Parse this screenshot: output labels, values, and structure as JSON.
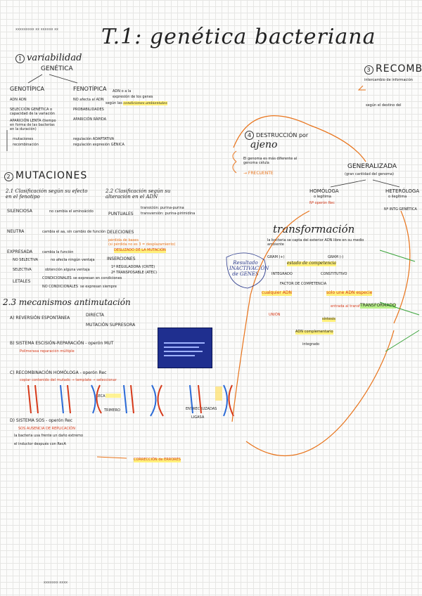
{
  "header": {
    "tiny": "xxxxxxxxx xx xxxxxx xx"
  },
  "title": "T.1: genética bacteriana",
  "s1": {
    "heading_num": "1",
    "heading": "variabilidad",
    "heading2": "GENÉTICA",
    "col1_title": "GENOTÍPICA",
    "col1_items": [
      "ADN ADN",
      "SELECCIÓN GENÉTICA o capacidad de la variación",
      "APARICIÓN LENTA (tiempo en forma de las bacterias en la duración)",
      "mutaciones",
      "recombinación"
    ],
    "col2_title": "FENOTÍPICA",
    "col2_items": [
      "NO afecta al ADN",
      "PROBABILIDADES",
      "APARICIÓN RÁPIDA",
      "regulación ADAPTATIVA",
      "regulación expresión GÉNICA"
    ],
    "col3_items": [
      "ADN o a la",
      "expresión de los genes",
      "según las"
    ],
    "col3_hl": "condiciones ambientales"
  },
  "s2": {
    "heading_num": "2",
    "heading": "MUTACIONES",
    "sub1_title": "2.1 Clasificación según su efecto en el fenotipo",
    "sub1_items": [
      "SILENCIOSA",
      "NEUTRA",
      "EXPRESADA",
      "NO SELECTIVA",
      "SELECTIVA",
      "LETALES",
      "CONDICIONALES",
      "NO CONDICIONALES"
    ],
    "sub1_notes": [
      "no cambia el aminoácido",
      "cambia el aa, sin cambio de función",
      "cambia la función",
      "no afecta ningún ventaja",
      "obtención alguna ventaja",
      "se expresan en condiciones",
      "se expresan siempre"
    ],
    "sub2_title": "2.2 Clasificación según su alteración en el ADN",
    "sub2_items": [
      "PUNTUALES",
      "DELECIONES",
      "INSERCIONES"
    ],
    "sub2_notes": [
      "transición: purina-purina",
      "transversión: purina-pirimidina",
      "pérdida de bases",
      "(si pérdida no es 3 = desplazamiento)"
    ],
    "sub2_hl": "DESLIZADO DE LA MUTACIÓN",
    "ins_notes": [
      "1ª REGULADORA (CRITE)",
      "2ª TRANSPOSABLE (ATEC)"
    ],
    "annot": "Resultado INACTIVACIÓN de GENES",
    "sub3_title": "2.3 mecanismos antimutación",
    "a_label": "A) REVERSIÓN ESPONTÁNEA",
    "a_items": [
      "DIRECTA",
      "MUTACIÓN SUPRESORA"
    ],
    "b_label": "B) SISTEMA ESCISIÓN-REPARACIÓN - operón MUT",
    "b_note": "Polimerasa    reparación múltiple",
    "c_label": "C) RECOMBINACIÓN HOMÓLOGA - operón Rec",
    "c_note": "copiar contenido del mutado → template → seleccionar",
    "c_fig_labels": [
      "RECA",
      "TRIMERO",
      "ENTRECRUZADAS",
      "LIGASA"
    ],
    "d_label": "D) SISTEMA SOS - operón Rec",
    "d_items": [
      "SOS AUSENCIA DE REPLICACIÓN",
      "la bacteria usa frente un daño extremo",
      "el inductor después con RecA"
    ],
    "d_hl": "CORRECCIÓN de ERRORES"
  },
  "s3": {
    "heading_num": "3",
    "heading": "RECOMBINACIÓN",
    "intro": "intercambio de información",
    "intro2": "según el destino del"
  },
  "s4": {
    "heading_num": "4",
    "heading": "DESTRUCCIÓN por",
    "heading2": "ajeno",
    "note": "El genoma es más diferente al genoma célula",
    "frecuente": "→ FRECUENTE"
  },
  "gen": {
    "title": "GENERALIZADA",
    "sub": "(gran cantidad del genoma)",
    "homo": "HOMÓLOGA",
    "homo_sub": "o legítima",
    "homo_req": "Nº operón Rec",
    "hetero": "HETERÓLOGA",
    "hetero_sub": "o ilegítima",
    "hetero_note": "Nº INTG GENÉTICA",
    "transformacion": "transformación",
    "trans_note": "la bacteria se capta del exterior ADN libre en su medio ambiente",
    "gram_pos": "GRAM (+)",
    "gram_neg": "GRAM (-)",
    "hl_compet": "estado de competencia",
    "integrado": "INTEGRADO",
    "constitutivo": "CONSTITUTIVO",
    "factor": "FACTOR DE COMPETENCIA",
    "hl_cualquier": "cualquier ADN",
    "hl_solo": "solo une ADN especie",
    "transformar": "TRANSFORMADO",
    "entrada": "entrada al transformante",
    "sintesis": "síntesis",
    "union": "UNIÓN",
    "adn_compl": "ADN complementario",
    "integrado2": "integrado"
  },
  "footer": {
    "tiny": "xxxxxxx xxxx"
  }
}
